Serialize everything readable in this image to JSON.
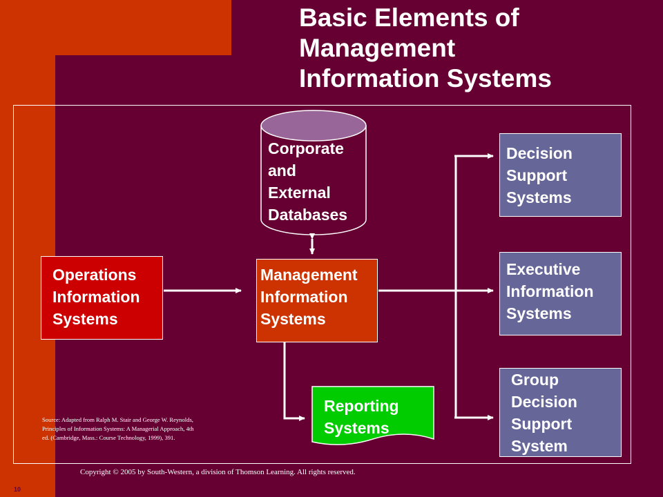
{
  "title": "Basic Elements of\nManagement\nInformation Systems",
  "nodes": {
    "operations": "Operations\nInformation\nSystems",
    "mis": "Management\nInformation\nSystems",
    "databases": "Corporate\nand\nExternal\nDatabases",
    "reporting": "Reporting\nSystems",
    "dss": "Decision\nSupport\nSystems",
    "eis": "Executive\nInformation\nSystems",
    "gdss": "Group\nDecision\nSupport\nSystem"
  },
  "source": "Source: Adapted from Ralph M. Stair and George W. Reynolds,\nPrinciples of Information Systems: A Managerial Approach, 4th\ned. (Cambridge, Mass.: Course Technology, 1999), 391.",
  "copyright": "Copyright © 2005 by South-Western, a division of Thomson Learning. All  rights reserved.",
  "page_number": "10",
  "colors": {
    "background": "#660033",
    "accent": "#cc3300",
    "operations": "#cc0000",
    "output_systems": "#666699",
    "reporting": "#00cc00",
    "database_top": "#996699"
  }
}
